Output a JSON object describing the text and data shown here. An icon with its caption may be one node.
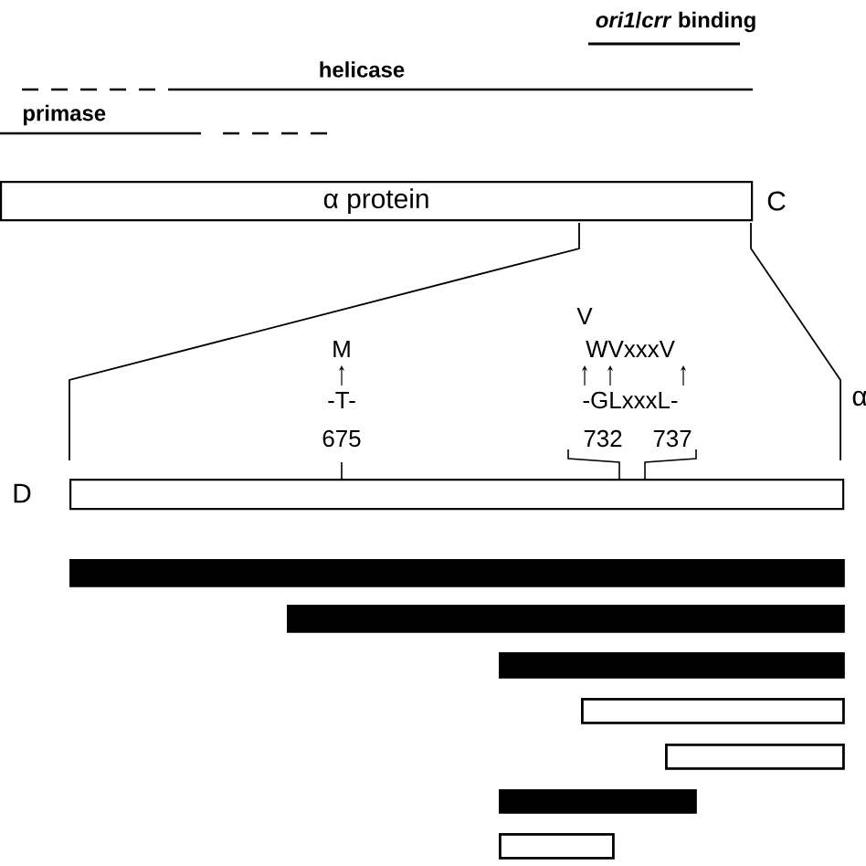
{
  "diagram": {
    "nodes": [
      {
        "text": [
          "α protein"
        ],
        "beside": [
          "C"
        ]
      },
      {
        "text": [],
        "shape": "box",
        "beside": [
          "D"
        ]
      },
      {
        "text": [],
        "shape": "bar"
      },
      {
        "text": [],
        "shape": "bar"
      },
      {
        "text": [],
        "shape": "bar"
      },
      {
        "text": [],
        "shape": "bar"
      },
      {
        "text": [],
        "shape": "bar"
      },
      {
        "text": [],
        "shape": "bar"
      },
      {
        "text": [],
        "shape": "bar"
      }
    ],
    "labels": [
      "*ori1*/*crr* binding",
      "helicase",
      "primase",
      "V",
      "M",
      "WVxxxV",
      "-T-",
      "-GLxxxL-",
      "α",
      "675",
      "732",
      "737"
    ]
  }
}
